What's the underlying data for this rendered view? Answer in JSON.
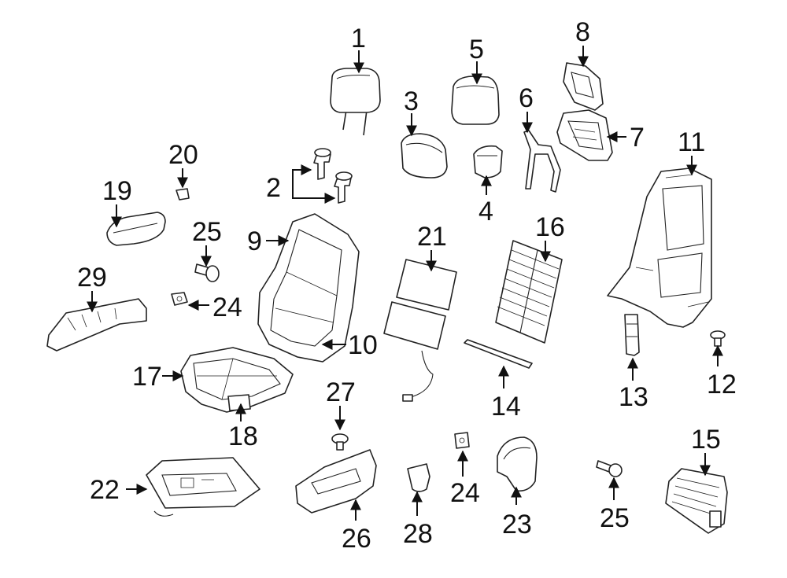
{
  "callouts": {
    "c1": "1",
    "c2": "2",
    "c3": "3",
    "c4": "4",
    "c5": "5",
    "c6": "6",
    "c7": "7",
    "c8": "8",
    "c9": "9",
    "c10": "10",
    "c11": "11",
    "c12": "12",
    "c13": "13",
    "c14": "14",
    "c15": "15",
    "c16": "16",
    "c17": "17",
    "c18": "18",
    "c19": "19",
    "c20": "20",
    "c21": "21",
    "c22": "22",
    "c23": "23",
    "c24a": "24",
    "c24b": "24",
    "c25a": "25",
    "c25b": "25",
    "c26": "26",
    "c27": "27",
    "c28": "28",
    "c29": "29"
  }
}
